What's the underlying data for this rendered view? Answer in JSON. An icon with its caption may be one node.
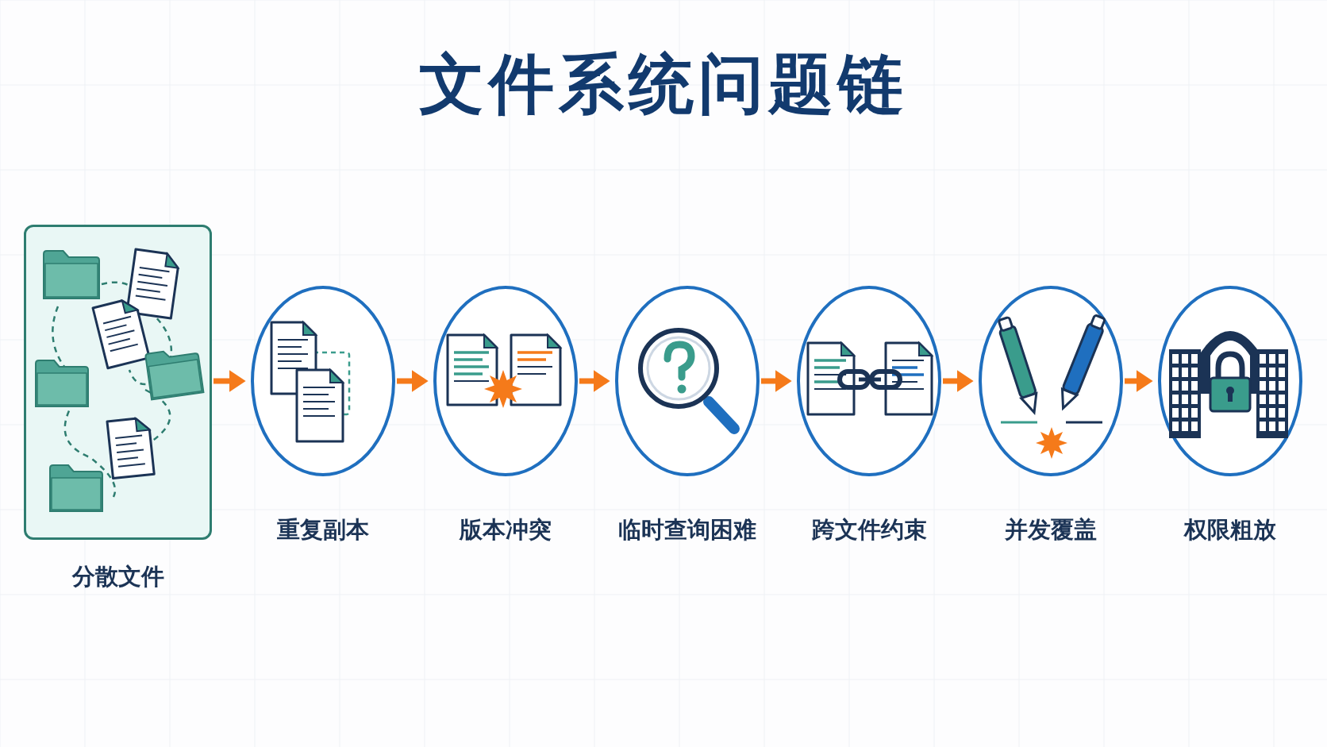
{
  "diagram": {
    "title": "文件系统问题链",
    "nodes": [
      {
        "text": [
          "分散文件"
        ]
      },
      {
        "text": [
          "重复副本"
        ]
      },
      {
        "text": [
          "版本冲突"
        ]
      },
      {
        "text": [
          "临时查询困难"
        ]
      },
      {
        "text": [
          "跨文件约束"
        ]
      },
      {
        "text": [
          "并发覆盖"
        ]
      },
      {
        "text": [
          "权限粗放"
        ]
      }
    ],
    "edges": [
      {
        "from": 0,
        "to": 1,
        "arrow": "to"
      },
      {
        "from": 1,
        "to": 2,
        "arrow": "to"
      },
      {
        "from": 2,
        "to": 3,
        "arrow": "to"
      },
      {
        "from": 3,
        "to": 4,
        "arrow": "to"
      },
      {
        "from": 4,
        "to": 5,
        "arrow": "to"
      },
      {
        "from": 5,
        "to": 6,
        "arrow": "to"
      }
    ]
  }
}
